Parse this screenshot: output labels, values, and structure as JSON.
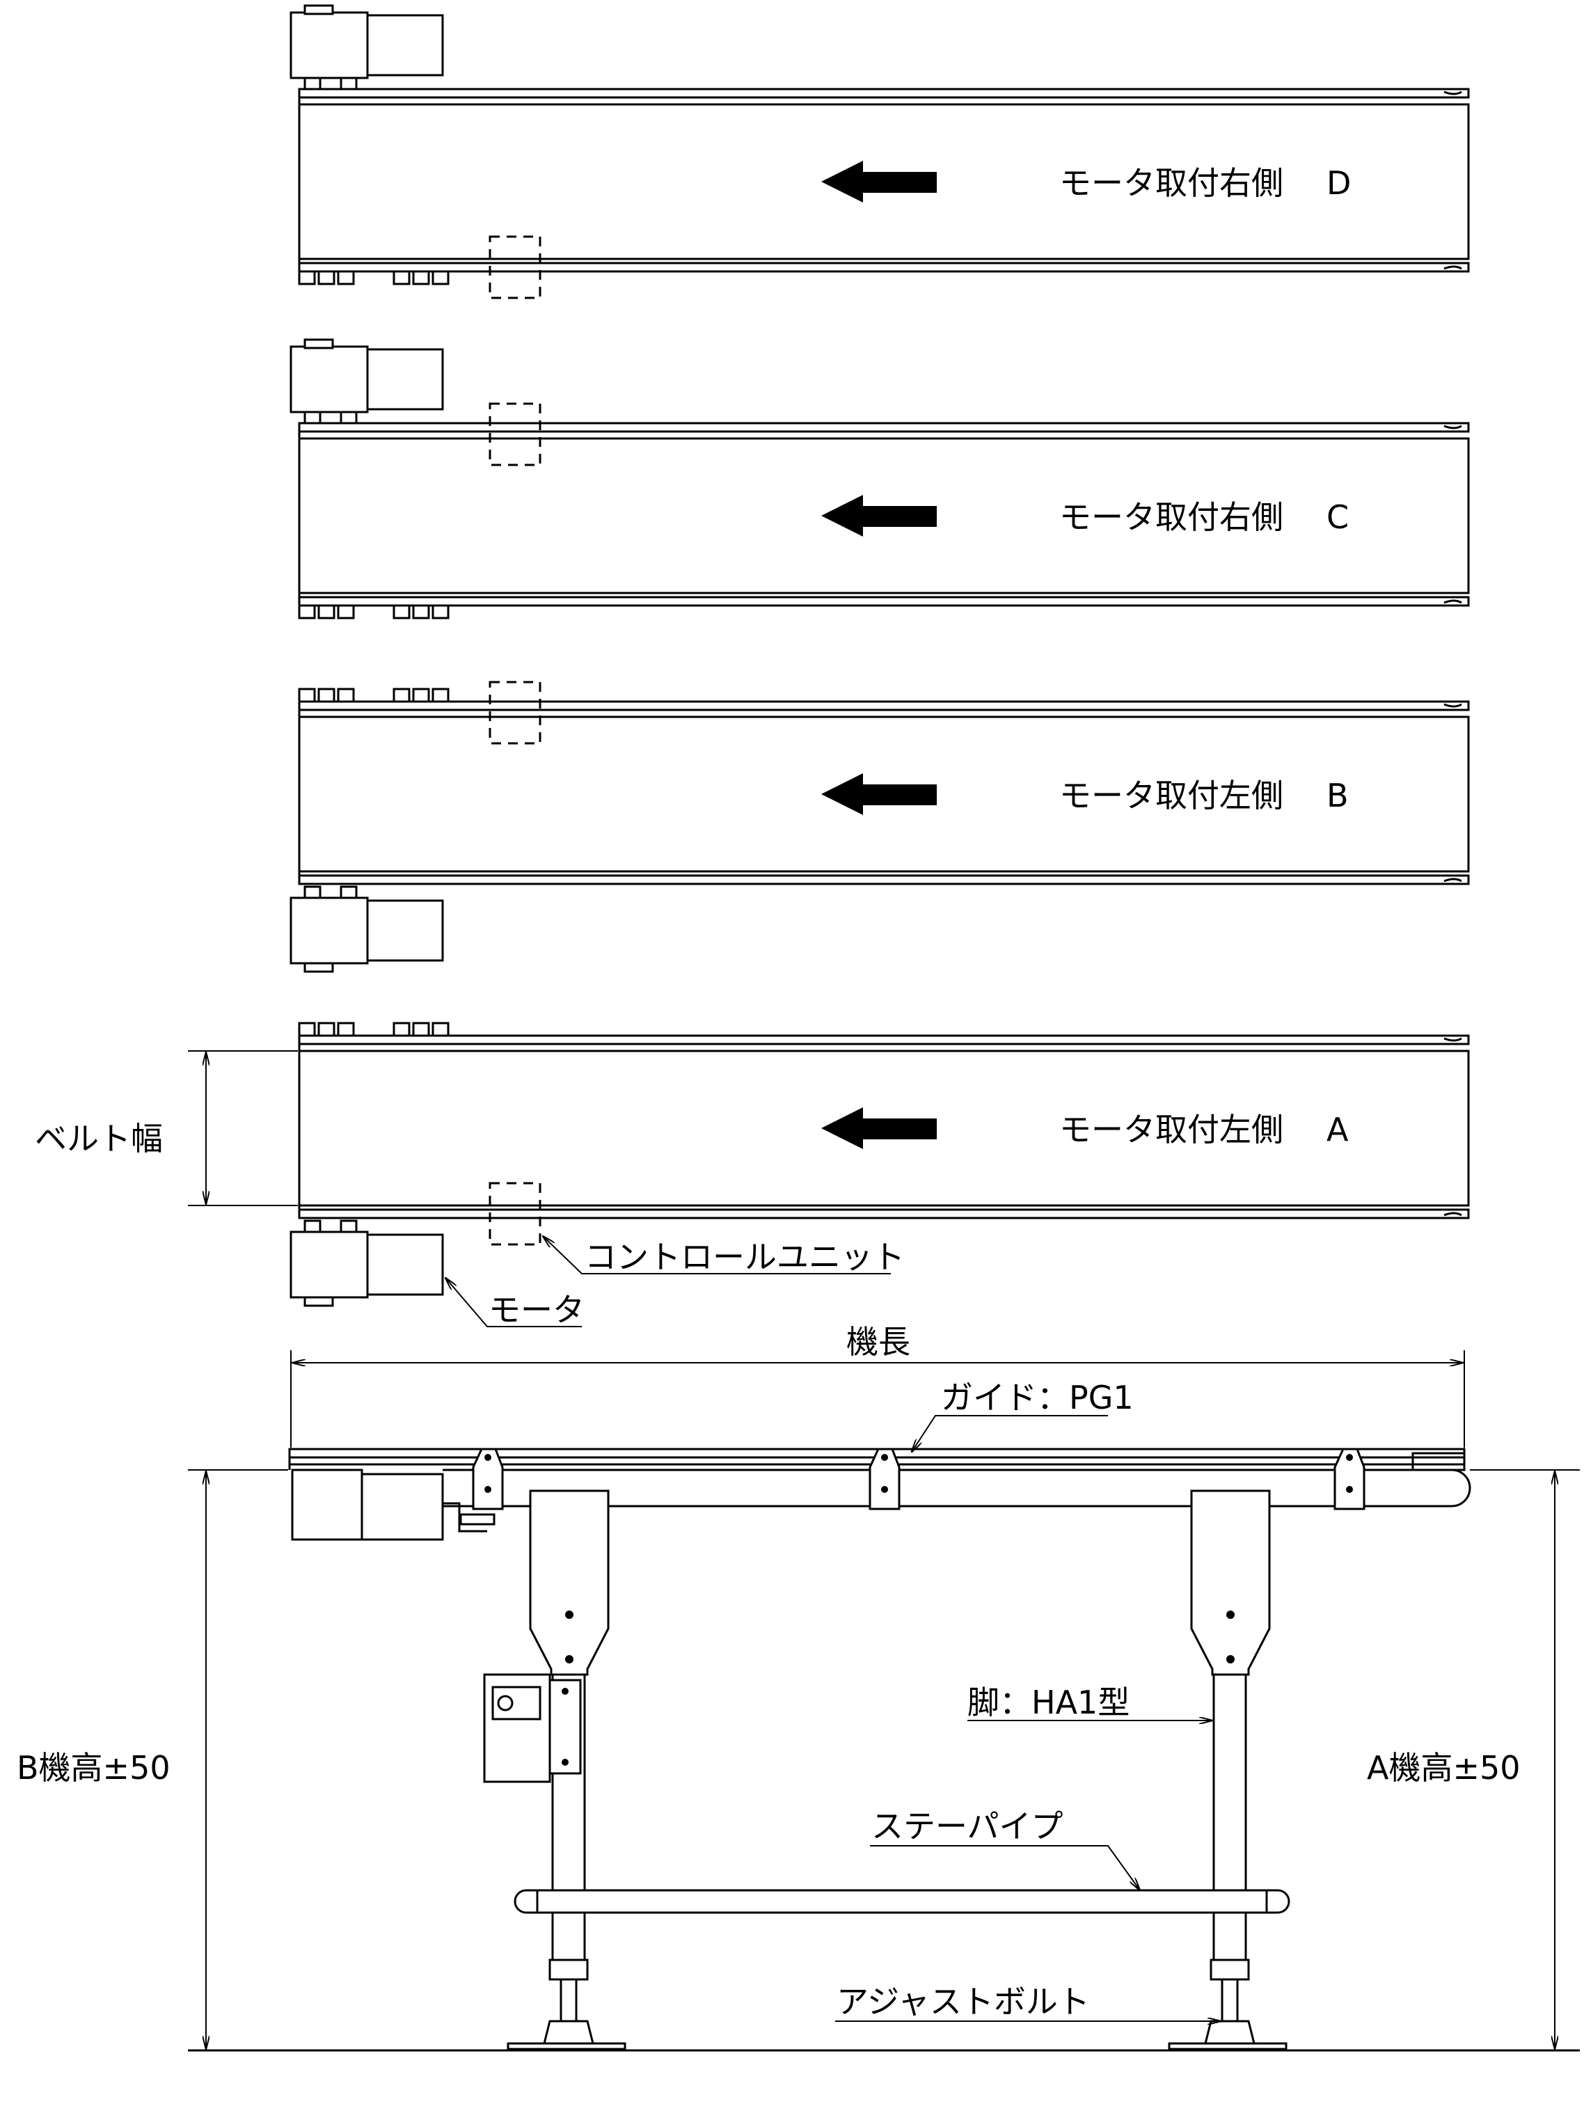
{
  "top_views": [
    {
      "label": "モータ取付右側",
      "code": "D",
      "motor": "top",
      "unit": "bottom"
    },
    {
      "label": "モータ取付右側",
      "code": "C",
      "motor": "top",
      "unit": "top"
    },
    {
      "label": "モータ取付左側",
      "code": "B",
      "motor": "bottom",
      "unit": "top"
    },
    {
      "label": "モータ取付左側",
      "code": "A",
      "motor": "bottom",
      "unit": "bottom"
    }
  ],
  "callouts": {
    "belt_width": "ベルト幅",
    "control_unit": "コントロールユニット",
    "motor": "モータ",
    "machine_length": "機長",
    "guide": "ガイド：PG1",
    "leg": "脚：HA1型",
    "stay_pipe": "ステーパイプ",
    "adjust_bolt": "アジャストボルト",
    "height_b": "B機高±50",
    "height_a": "A機高±50"
  }
}
